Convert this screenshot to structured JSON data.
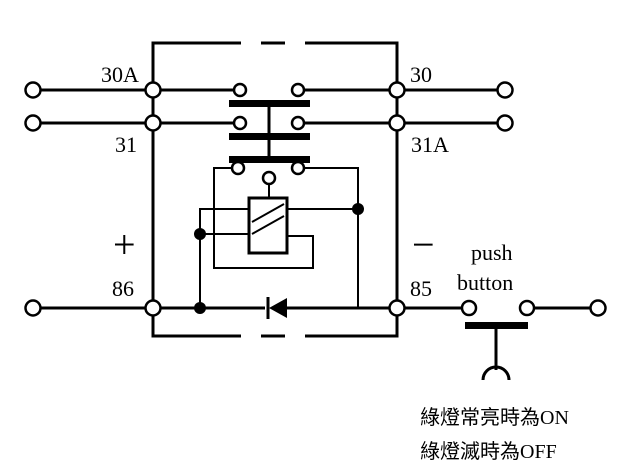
{
  "terminals": {
    "t30a": "30A",
    "t30": "30",
    "t31": "31",
    "t31a": "31A",
    "t86": "86",
    "t85": "85",
    "plus": "+",
    "minus": "−"
  },
  "push_button": {
    "line1": "push",
    "line2": "button"
  },
  "notes": {
    "line1": "綠燈常亮時為ON",
    "line2": "綠燈滅時為OFF"
  }
}
